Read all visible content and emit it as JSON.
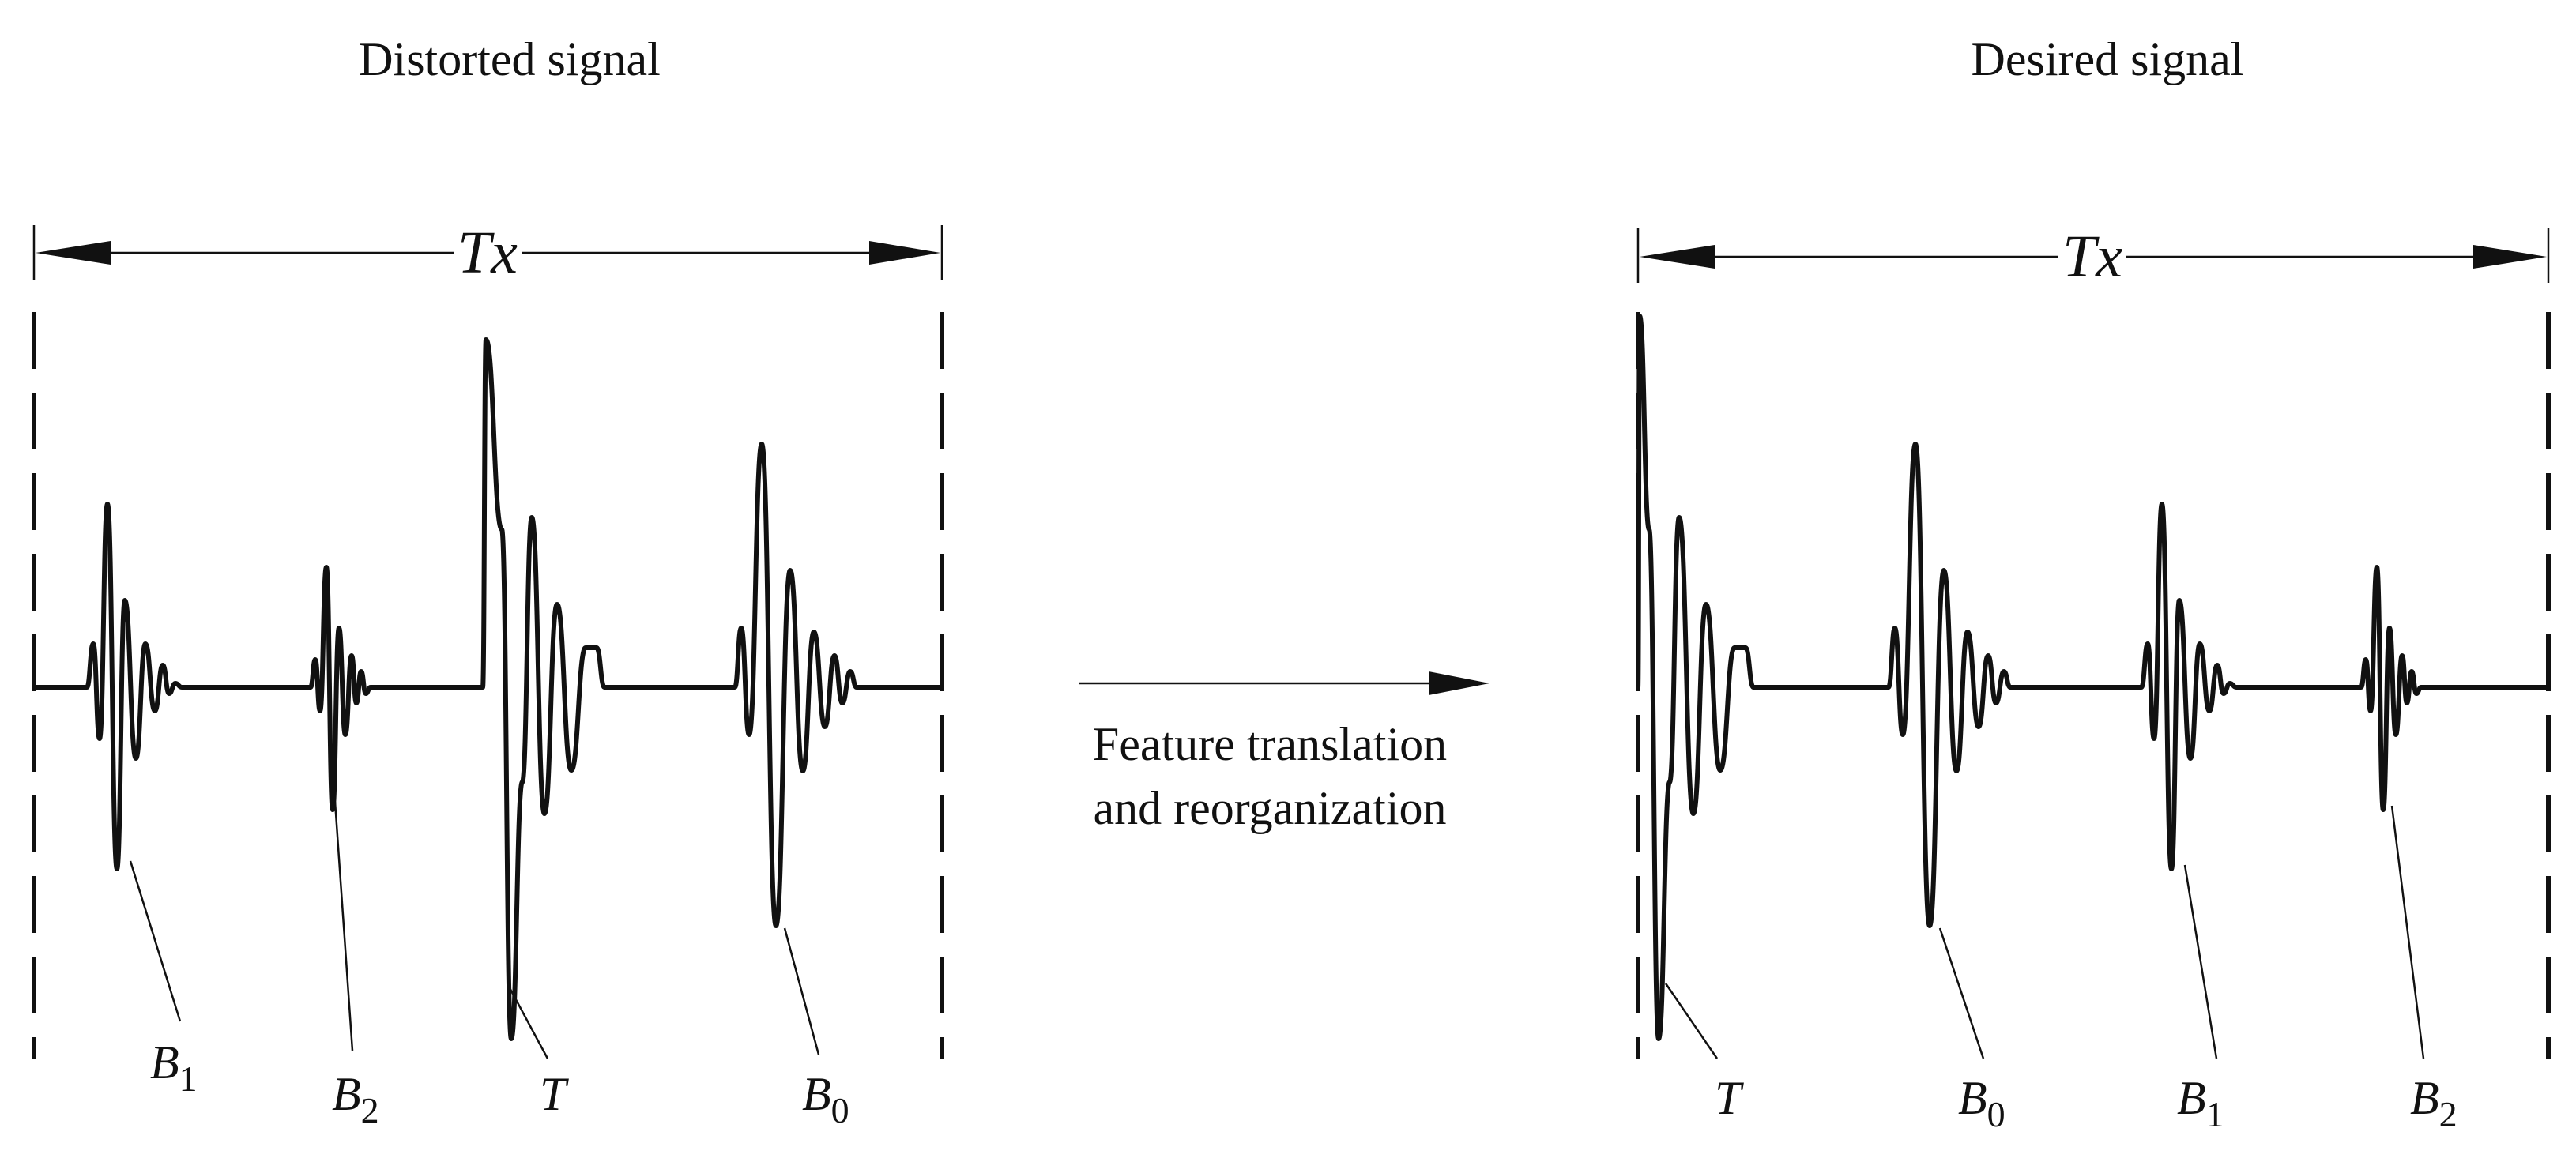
{
  "left_panel": {
    "title": "Distorted signal",
    "span_label": "Tx",
    "pulse_labels": [
      {
        "base": "B",
        "sub": "1"
      },
      {
        "base": "B",
        "sub": "2"
      },
      {
        "base": "T",
        "sub": ""
      },
      {
        "base": "B",
        "sub": "0"
      }
    ]
  },
  "middle": {
    "caption_line1": "Feature translation",
    "caption_line2": "and reorganization"
  },
  "right_panel": {
    "title": "Desired signal",
    "span_label": "Tx",
    "pulse_labels": [
      {
        "base": "T",
        "sub": ""
      },
      {
        "base": "B",
        "sub": "0"
      },
      {
        "base": "B",
        "sub": "1"
      },
      {
        "base": "B",
        "sub": "2"
      }
    ]
  }
}
